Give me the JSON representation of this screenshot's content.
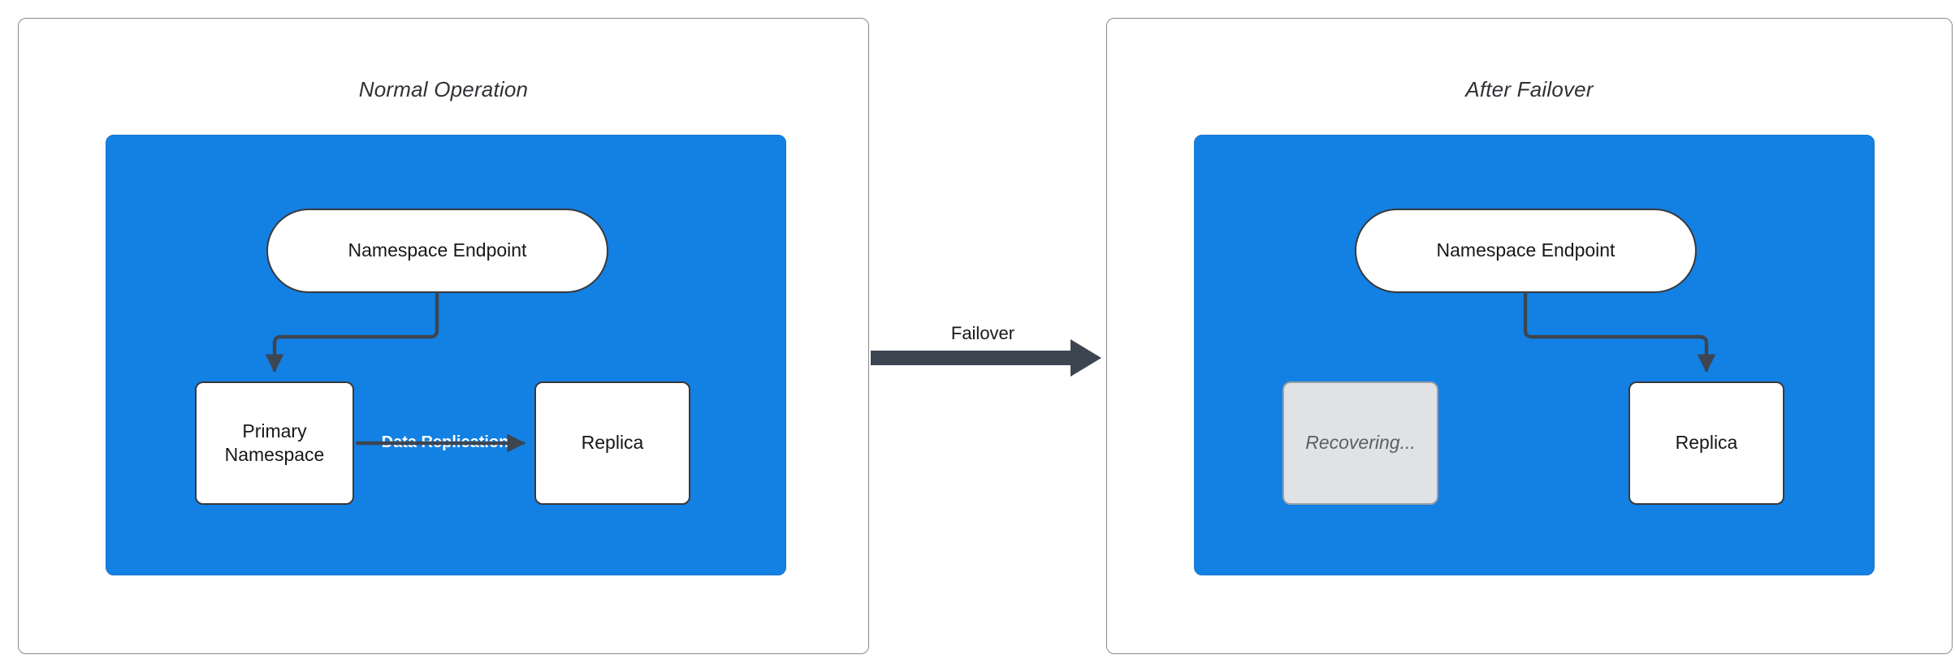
{
  "diagram": {
    "type": "failover-architecture-diagram",
    "background_color": "#ffffff",
    "accent_color": "#1380e4",
    "node_border_color": "#38393c",
    "dim_color": "#e0e2e5",
    "panels": [
      {
        "id": "normal-operation",
        "title": "Normal Operation",
        "cluster": {
          "id": "cluster-left",
          "fill": "#1380e4",
          "nodes": [
            {
              "id": "endpoint",
              "label": "Namespace Endpoint",
              "shape": "stadium",
              "state": "active"
            },
            {
              "id": "primary",
              "label": "Primary\nNamespace",
              "label_line1": "Primary",
              "label_line2": "Namespace",
              "shape": "rect",
              "state": "active"
            },
            {
              "id": "replica",
              "label": "Replica",
              "shape": "rect",
              "state": "active"
            }
          ],
          "edges": [
            {
              "from": "endpoint",
              "to": "primary",
              "label": "",
              "style": "elbow-arrow"
            },
            {
              "from": "primary",
              "to": "replica",
              "label": "Data Replication",
              "style": "straight-arrow"
            }
          ]
        }
      },
      {
        "id": "after-failover",
        "title": "After Failover",
        "cluster": {
          "id": "cluster-right",
          "fill": "#1380e4",
          "nodes": [
            {
              "id": "endpoint",
              "label": "Namespace Endpoint",
              "shape": "stadium",
              "state": "active"
            },
            {
              "id": "recovering",
              "label": "Recovering...",
              "shape": "rect",
              "state": "dimmed"
            },
            {
              "id": "replica",
              "label": "Replica",
              "shape": "rect",
              "state": "active"
            }
          ],
          "edges": [
            {
              "from": "endpoint",
              "to": "replica",
              "label": "",
              "style": "elbow-arrow"
            }
          ]
        }
      }
    ],
    "transition": {
      "label": "Failover",
      "direction": "left-to-right",
      "color": "#3d4551"
    }
  }
}
